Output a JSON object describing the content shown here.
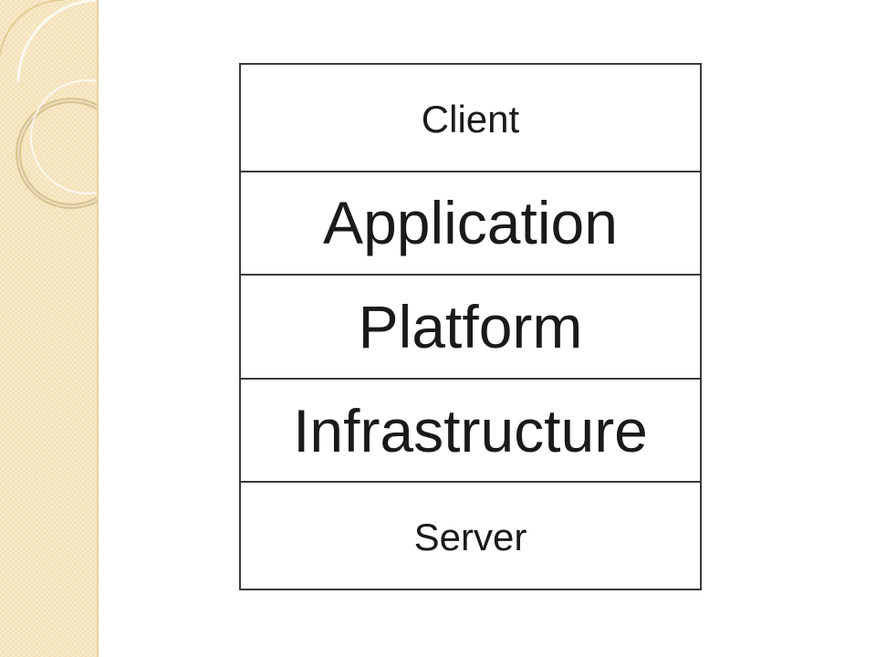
{
  "diagram": {
    "layers": [
      {
        "label": "Client",
        "size": "small"
      },
      {
        "label": "Application",
        "size": "large"
      },
      {
        "label": "Platform",
        "size": "large"
      },
      {
        "label": "Infrastructure",
        "size": "large"
      },
      {
        "label": "Server",
        "size": "small"
      }
    ]
  },
  "theme": {
    "strip_color": "#f6e6bf",
    "ring_color": "#d9c48f",
    "border_color": "#3a3a3a",
    "text_color": "#1a1a1a"
  }
}
